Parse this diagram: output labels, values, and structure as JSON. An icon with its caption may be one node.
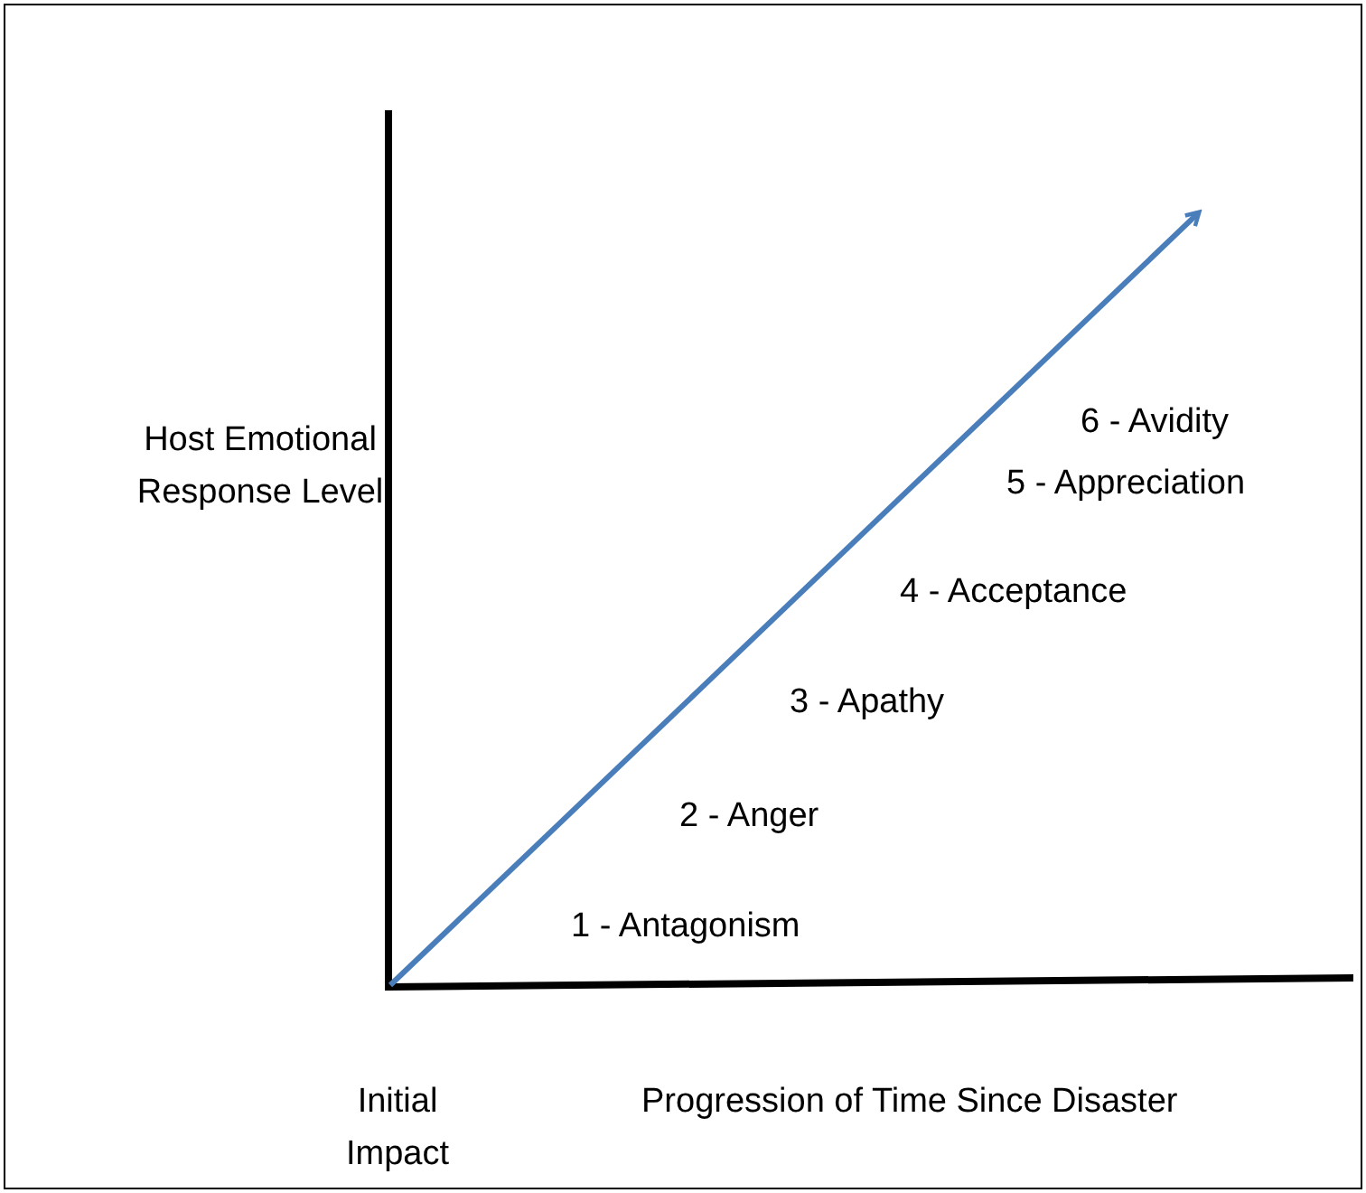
{
  "diagram": {
    "labels": [
      "Host Emotional Response Level",
      "6 - Avidity",
      "5 - Appreciation",
      "4 - Acceptance",
      "3 - Apathy",
      "2 - Anger",
      "1 - Antagonism",
      "Initial Impact",
      "Progression of Time Since Disaster"
    ]
  }
}
